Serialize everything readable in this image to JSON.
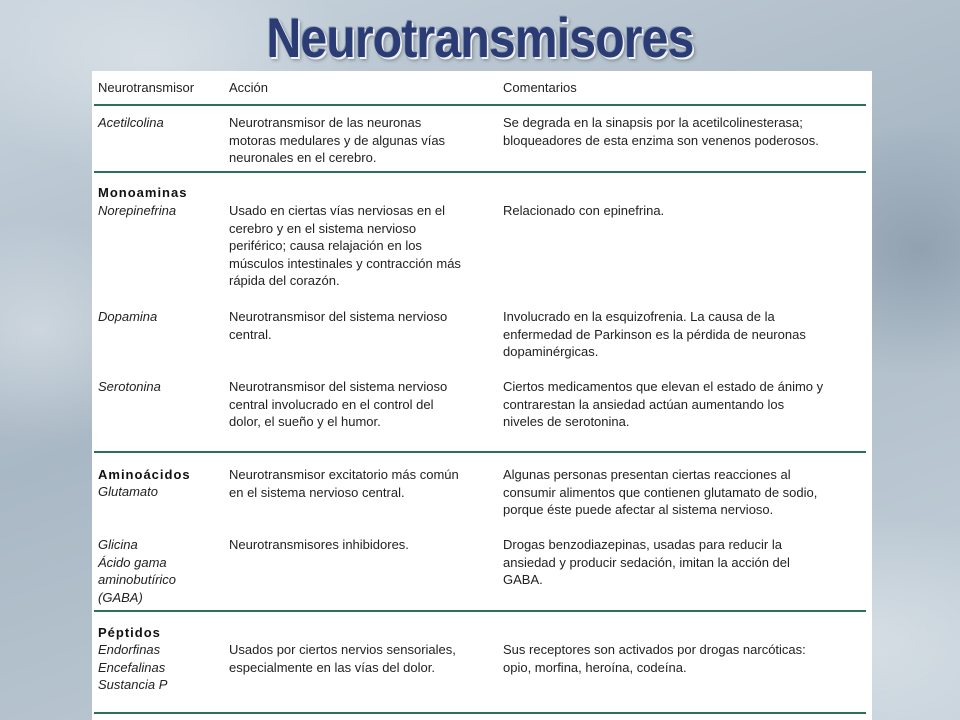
{
  "title": "Neurotransmisores",
  "headers": {
    "c1": "Neurotransmisor",
    "c2": "Acción",
    "c3": "Comentarios"
  },
  "rows": [
    {
      "name": "Acetilcolina",
      "action": "Neurotransmisor de las neuronas\nmotoras medulares y de algunas vías\nneuronales en el cerebro.",
      "comment": "Se degrada en la sinapsis por la acetilcolinesterasa;\nbloqueadores de esta enzima son venenos poderosos."
    },
    {
      "category": "Monoaminas",
      "name": "Norepinefrina",
      "action": "Usado en ciertas vías nerviosas en el\ncerebro y en el sistema nervioso\nperiférico; causa relajación en los\nmúsculos intestinales y contracción más\nrápida del corazón.",
      "comment": "Relacionado con epinefrina."
    },
    {
      "name": "Dopamina",
      "action": "Neurotransmisor del sistema nervioso\ncentral.",
      "comment": "Involucrado en la esquizofrenia. La causa de la\nenfermedad de Parkinson es la pérdida de neuronas\ndopaminérgicas."
    },
    {
      "name": "Serotonina",
      "action": "Neurotransmisor del sistema nervioso\ncentral involucrado en el control del\ndolor, el sueño y el humor.",
      "comment": "Ciertos medicamentos que elevan el estado de ánimo y\ncontrarestan la ansiedad actúan aumentando los\nniveles de serotonina."
    },
    {
      "category": "Aminoácidos",
      "name": "Glutamato",
      "action": "Neurotransmisor excitatorio más común\nen el sistema nervioso central.",
      "comment": "Algunas personas presentan ciertas reacciones al\nconsumir alimentos que contienen glutamato de sodio,\nporque éste puede afectar al sistema nervioso."
    },
    {
      "name": "Glicina\nÁcido gama\naminobutírico\n(GABA)",
      "action": "Neurotransmisores inhibidores.",
      "comment": "Drogas benzodiazepinas, usadas para reducir la\nansiedad y producir sedación, imitan  la acción del\nGABA."
    },
    {
      "category": "Péptidos",
      "name": "Endorfinas\nEncefalinas\nSustancia P",
      "action": "Usados por ciertos nervios sensoriales,\nespecialmente en las vías del dolor.",
      "comment": "Sus receptores son activados por drogas narcóticas:\nopio, morfina, heroína, codeína."
    }
  ]
}
